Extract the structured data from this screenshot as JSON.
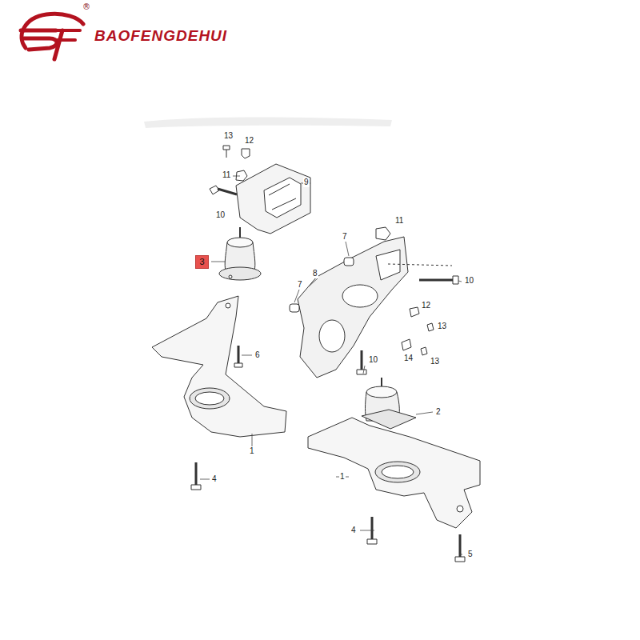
{
  "diagram": {
    "nodes": [
      {
        "text": [
          "3"
        ]
      }
    ],
    "labels": [
      "®",
      "BAOFENGDEHUI",
      "13",
      "12",
      "11",
      "9",
      "10",
      "11",
      "7",
      "10",
      "7",
      "8",
      "12",
      "13",
      "6",
      "14",
      "13",
      "10",
      "2",
      "1",
      "1",
      "4",
      "4",
      "5"
    ]
  }
}
